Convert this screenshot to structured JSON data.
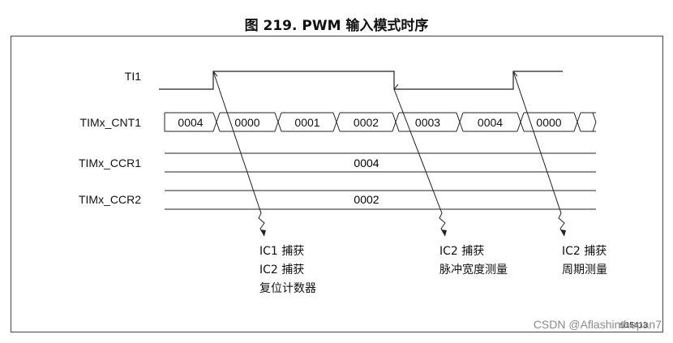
{
  "title": "图 219. PWM 输入模式时序",
  "signals": {
    "ti1": "TI1",
    "cnt": "TIMx_CNT1",
    "ccr1": "TIMx_CCR1",
    "ccr2": "TIMx_CCR2"
  },
  "counter_values": [
    "0004",
    "0000",
    "0001",
    "0002",
    "0003",
    "0004",
    "0000"
  ],
  "ccr1_value": "0004",
  "ccr2_value": "0002",
  "annotations": {
    "a1": [
      "IC1 捕获",
      "IC2 捕获",
      "复位计数器"
    ],
    "a2": [
      "IC2 捕获",
      "脉冲宽度测量"
    ],
    "a3": [
      "IC2 捕获",
      "周期测量"
    ]
  },
  "figure_id": "ai15413",
  "watermark": "CSDN @Aflashinthepan7"
}
